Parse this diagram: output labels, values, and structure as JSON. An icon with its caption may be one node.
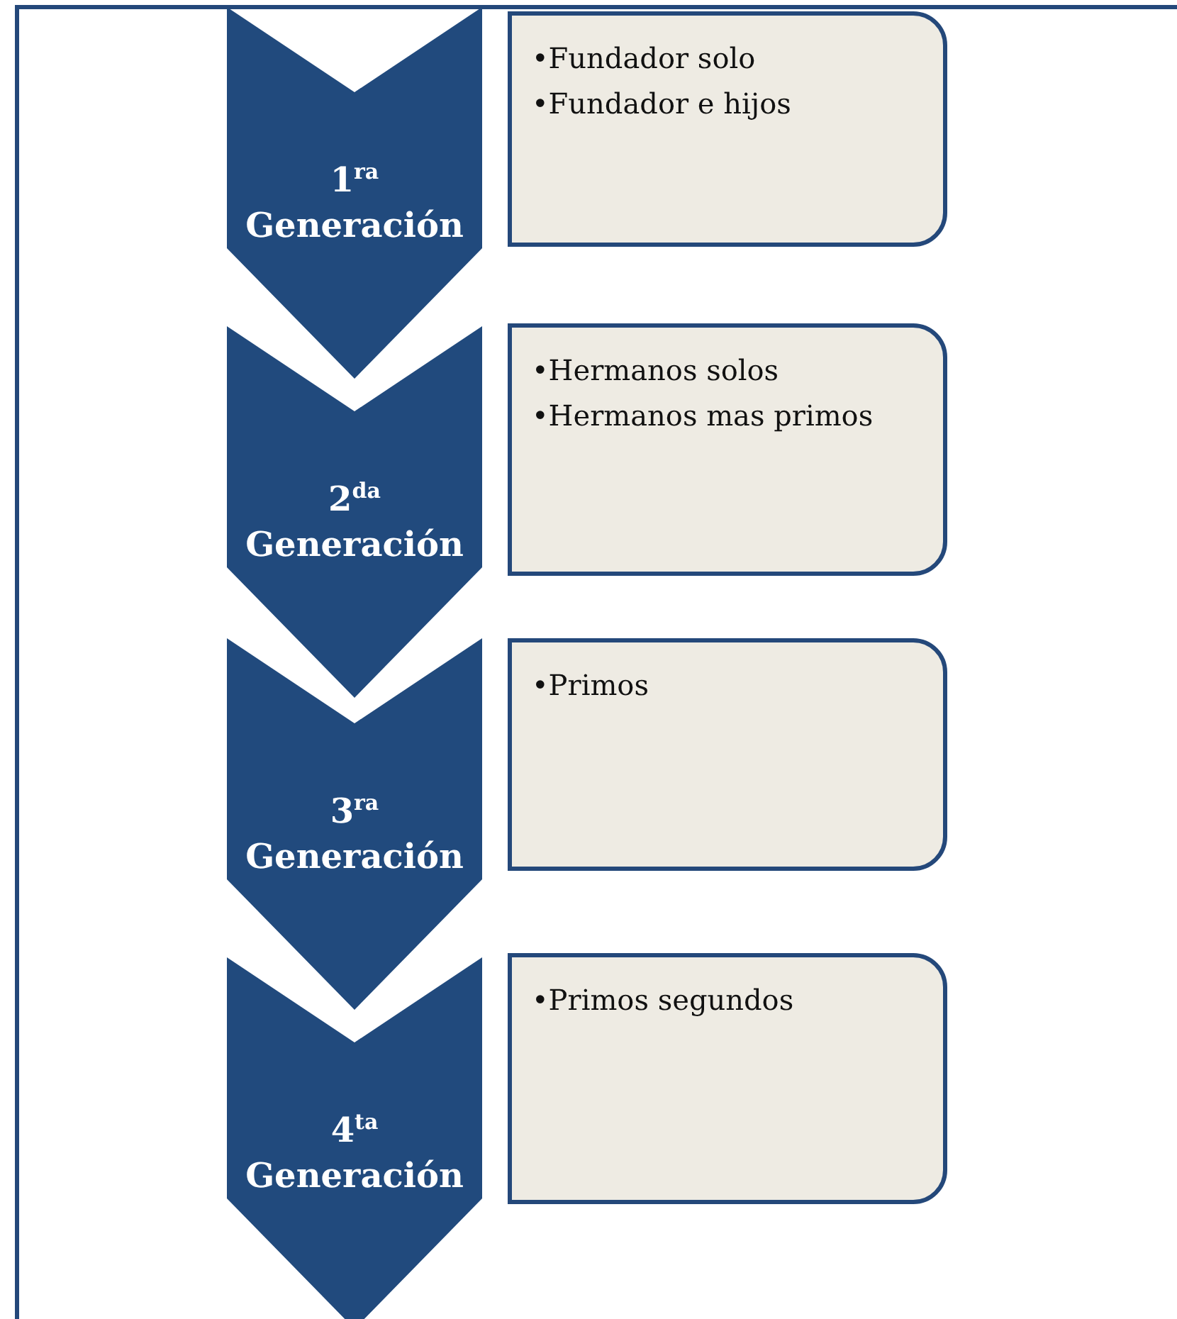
{
  "diagram": {
    "nodes": [
      {
        "text": [
          "1$^{ra}$ Generación"
        ]
      },
      {
        "text": [
          "•Fundador solo",
          "•Fundador e hijos"
        ]
      },
      {
        "text": [
          "2$^{da}$ Generación"
        ]
      },
      {
        "text": [
          "•Hermanos solos",
          "•Hermanos mas primos"
        ]
      },
      {
        "text": [
          "3$^{ra}$ Generación"
        ]
      },
      {
        "text": [
          "•Primos"
        ]
      },
      {
        "text": [
          "4$^{ta}$ Generación"
        ]
      },
      {
        "text": [
          "•Primos segundos"
        ]
      }
    ]
  }
}
